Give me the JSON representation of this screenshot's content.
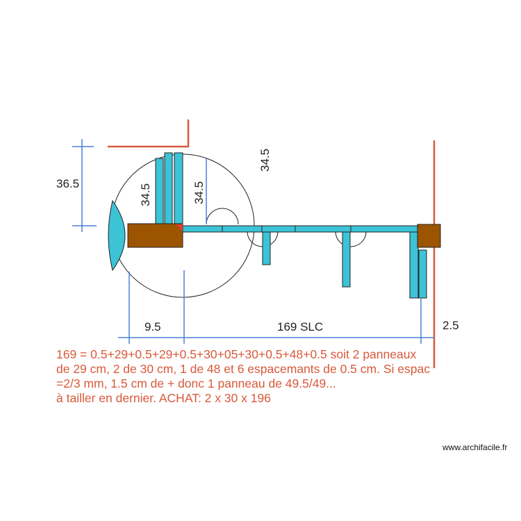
{
  "dimensions": {
    "left_height": "36.5",
    "panel_height_1": "34.5",
    "panel_height_2": "34.5",
    "top_height": "34.5",
    "left_offset": "9.5",
    "main_length": "169 SLC",
    "right_offset": "2.5"
  },
  "note": {
    "lines": [
      "169 = 0.5+29+0.5+29+0.5+30+05+30+0.5+48+0.5 soit 2 panneaux",
      "de 29 cm, 2 de 30 cm, 1 de 48 et 6 espacemants de 0.5 cm. Si espac",
      "=2/3 mm, 1.5 cm de + donc 1 panneau de 49.5/49...",
      "à tailler en dernier. ACHAT: 2 x 30 x 196"
    ]
  },
  "credit": "www.archifacile.fr",
  "colors": {
    "panel": "#3cc3d6",
    "post": "#9c5400",
    "wall": "#d9593a",
    "dimension_line": "#4a7fd8",
    "note_text": "#d9593a"
  }
}
